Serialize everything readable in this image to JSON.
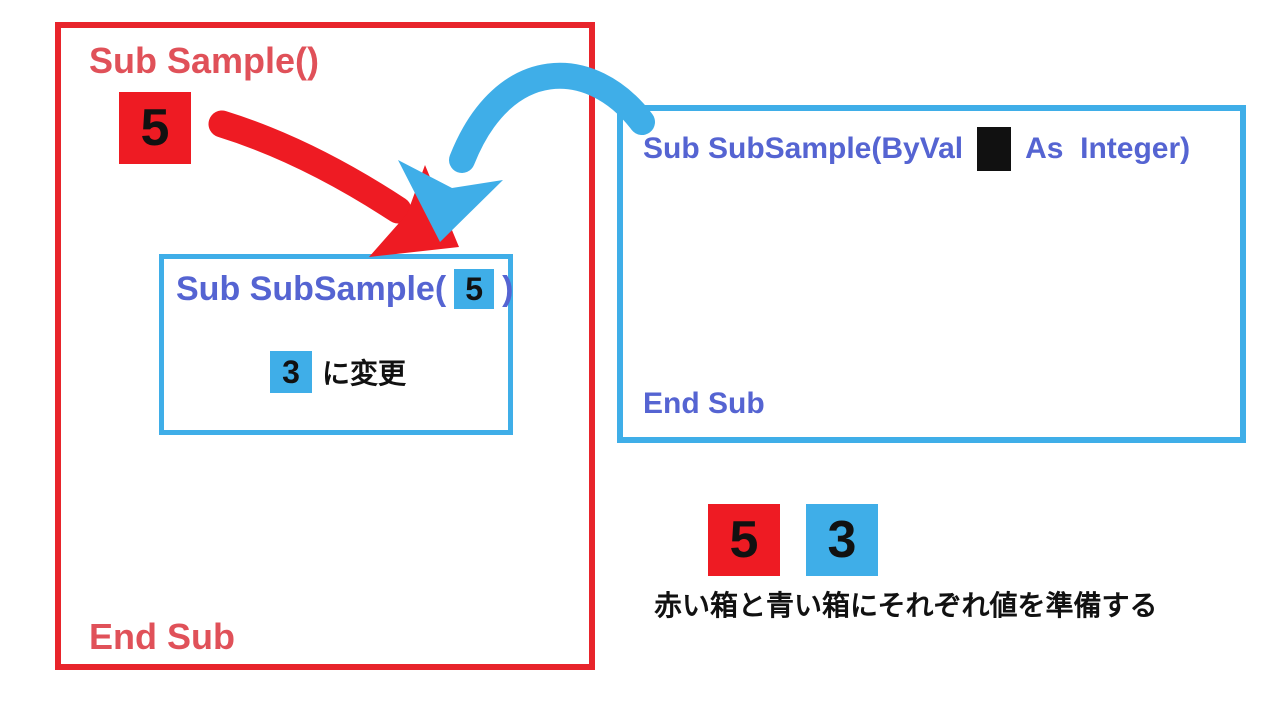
{
  "caller_box": {
    "title": "Sub Sample()",
    "end_label": "End Sub",
    "value_square": "5",
    "inner_box": {
      "call_text_before": "Sub SubSample(",
      "call_value": "5",
      "call_text_after": ")",
      "change_value": "3",
      "change_label": "に変更"
    }
  },
  "callee_box": {
    "title_before": "Sub SubSample(ByVal",
    "title_after": "As  Integer)",
    "end_label": "End Sub"
  },
  "legend": {
    "red_value": "5",
    "blue_value": "3",
    "caption": "赤い箱と青い箱にそれぞれ値を準備する"
  },
  "icons": {
    "red_arrow": "thick-brush-arrow-pointing-down-right",
    "blue_curved_arrow": "curved-brush-arrow-arcing-down-left",
    "parameter_placeholder": "filled-black-square"
  },
  "colors": {
    "red": "#ee1b23",
    "red_border": "#e8242b",
    "red_text": "#e05159",
    "sky_blue": "#3faee8",
    "indigo": "#5564d2",
    "ink": "#111111"
  }
}
